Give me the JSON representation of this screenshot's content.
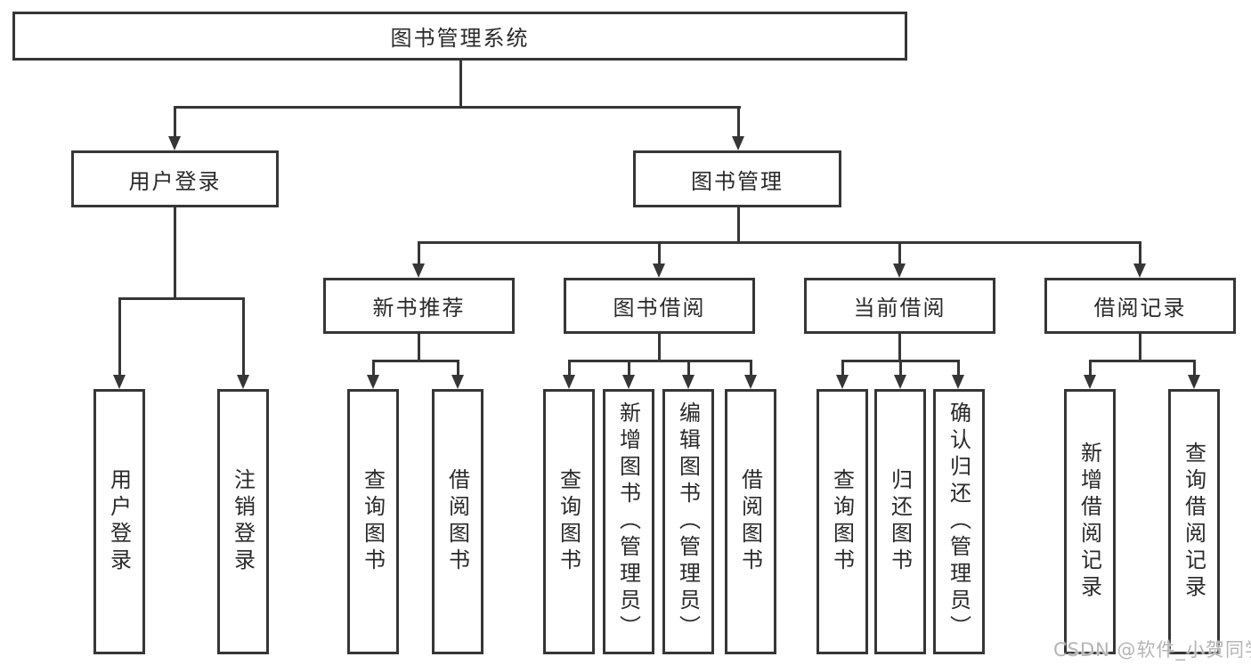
{
  "diagram": {
    "root": {
      "label": "图书管理系统"
    },
    "level2": {
      "user_login": {
        "label": "用户登录"
      },
      "book_mgmt": {
        "label": "图书管理"
      }
    },
    "level3": {
      "new_book_rec": {
        "label": "新书推荐"
      },
      "book_borrow": {
        "label": "图书借阅"
      },
      "current_borrow": {
        "label": "当前借阅"
      },
      "borrow_record": {
        "label": "借阅记录"
      }
    },
    "leaves": {
      "user_login": {
        "label": "用户登录"
      },
      "logout": {
        "label": "注销登录"
      },
      "nb_query_books": {
        "label": "查询图书"
      },
      "nb_borrow_books": {
        "label": "借阅图书"
      },
      "bb_query_books": {
        "label": "查询图书"
      },
      "bb_add_books": {
        "label": "新增图书（管理员）"
      },
      "bb_edit_books": {
        "label": "编辑图书（管理员）"
      },
      "bb_borrow_books": {
        "label": "借阅图书"
      },
      "cb_query_books": {
        "label": "查询图书"
      },
      "cb_return_books": {
        "label": "归还图书"
      },
      "cb_confirm_return": {
        "label": "确认归还（管理员）"
      },
      "br_add_record": {
        "label": "新增借阅记录"
      },
      "br_query_record": {
        "label": "查询借阅记录"
      }
    }
  },
  "watermark": {
    "text": "CSDN @软件_小贺同学"
  },
  "colors": {
    "line": "#363636",
    "node_text": "#2a2a2a",
    "watermark_text": "#b5b5b5",
    "background": "#ffffff"
  }
}
